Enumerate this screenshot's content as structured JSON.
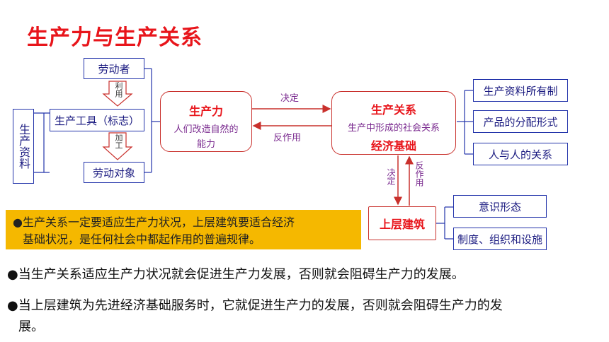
{
  "title": "生产力与生产关系",
  "left": {
    "side_label": "生产资料",
    "laborer": "劳动者",
    "tool": "生产工具（标志）",
    "object": "劳动对象",
    "arrow1_label": "利用",
    "arrow2_label": "加工"
  },
  "productivity": {
    "title": "生产力",
    "desc_line1": "人们改造自然的",
    "desc_line2": "能力"
  },
  "arrows": {
    "decides": "决定",
    "reacts": "反作用",
    "decides2": "决定",
    "reacts2": "反作用"
  },
  "relations": {
    "title": "生产关系",
    "desc": "生产中形成的社会关系",
    "base": "经济基础"
  },
  "right_items": [
    "生产资料所有制",
    "产品的分配形式",
    "人与人的关系"
  ],
  "superstructure": {
    "title": "上层建筑",
    "items": [
      "意识形态",
      "制度、组织和设施"
    ]
  },
  "highlight": {
    "line1": "●生产关系一定要适应生产力状况，上层建筑要适合经济",
    "line2": "基础状况，是任何社会中都起作用的普遍规律。"
  },
  "bullets": {
    "b1": "●当生产关系适应生产力状况就会促进生产力发展，否则就会阻碍生产力的发展。",
    "b2_line1": "●当上层建筑为先进经济基础服务时，它就促进生产力的发展，否则就会阻碍生产力的发",
    "b2_line2": "展。"
  }
}
